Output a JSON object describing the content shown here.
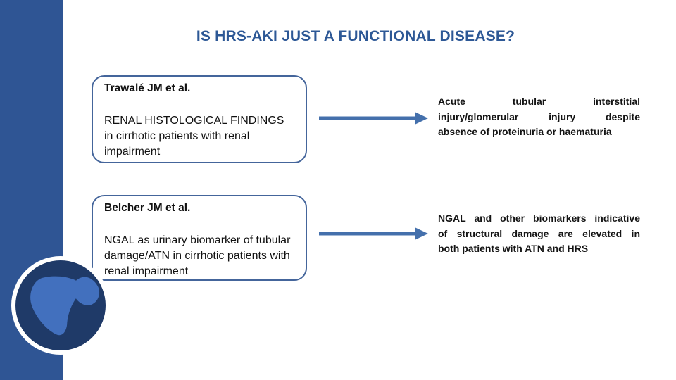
{
  "title": "IS HRS-AKI JUST A FUNCTIONAL DISEASE?",
  "studies": [
    {
      "author": "Trawalé JM et al.",
      "description": "RENAL HISTOLOGICAL FINDINGS in cirrhotic patients with renal impairment"
    },
    {
      "author": "Belcher JM et al.",
      "description": "NGAL as urinary biomarker of tubular damage/ATN in cirrhotic patients with renal impairment"
    }
  ],
  "results": [
    {
      "lines": [
        "Acute tubular interstitial",
        "injury/glomerular injury despite",
        "absence of proteinuria or haematuria"
      ]
    },
    {
      "lines": [
        "NGAL and other biomarkers indicative",
        "of structural damage are elevated in",
        "both patients with ATN and HRS"
      ]
    }
  ],
  "icons": {
    "arrow": "right-arrow-icon",
    "badge": "liver-icon"
  },
  "colors": {
    "sidebar_blue": "#2F5594",
    "title_blue": "#2D5896",
    "box_border_blue": "#44659B",
    "arrow_blue": "#4470AC",
    "badge_navy": "#1F3A68",
    "liver_blue": "#4270BE",
    "text_black": "#141414"
  }
}
